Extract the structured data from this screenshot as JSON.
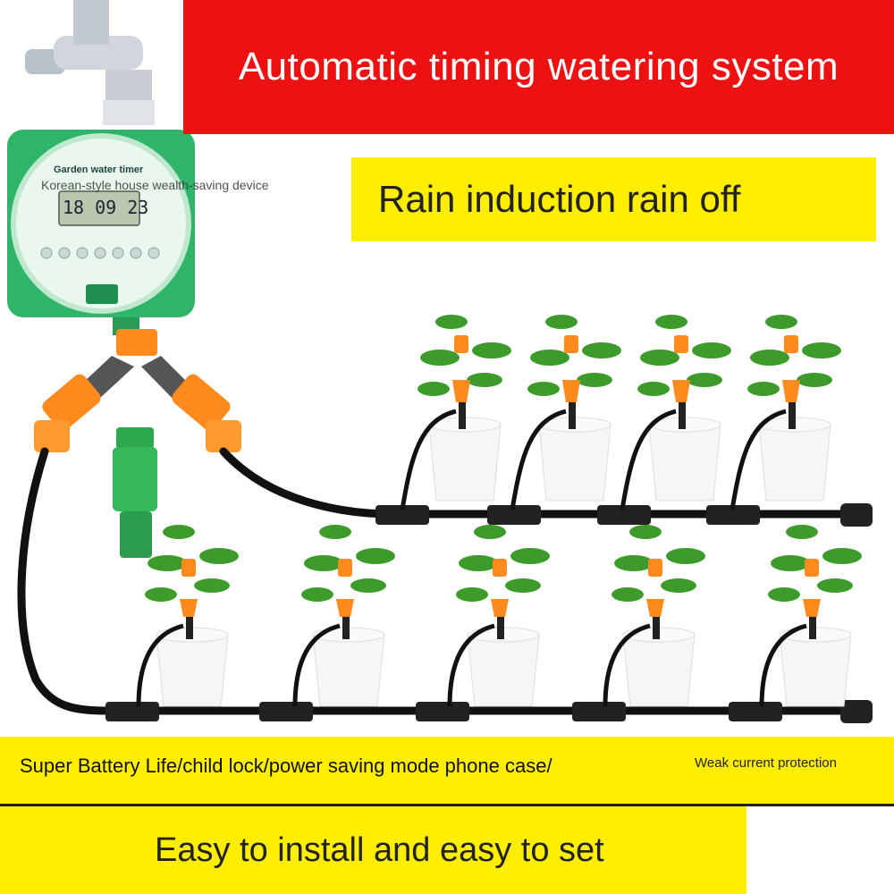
{
  "banners": {
    "title": "Automatic timing watering system",
    "rain": "Rain induction rain off",
    "features": "Super Battery Life/child lock/power saving mode phone case/",
    "protection": "Weak current protection",
    "bottom": "Easy to install and easy to set"
  },
  "timer": {
    "label": "Garden water timer",
    "subtitle": "Korean-style house wealth-saving device",
    "display": "18 09 23"
  },
  "colors": {
    "red": "#ee1111",
    "yellow": "#ffee00",
    "timer_green": "#2fb56a",
    "fitting_orange": "#ff8a1e",
    "hose": "#111111"
  }
}
